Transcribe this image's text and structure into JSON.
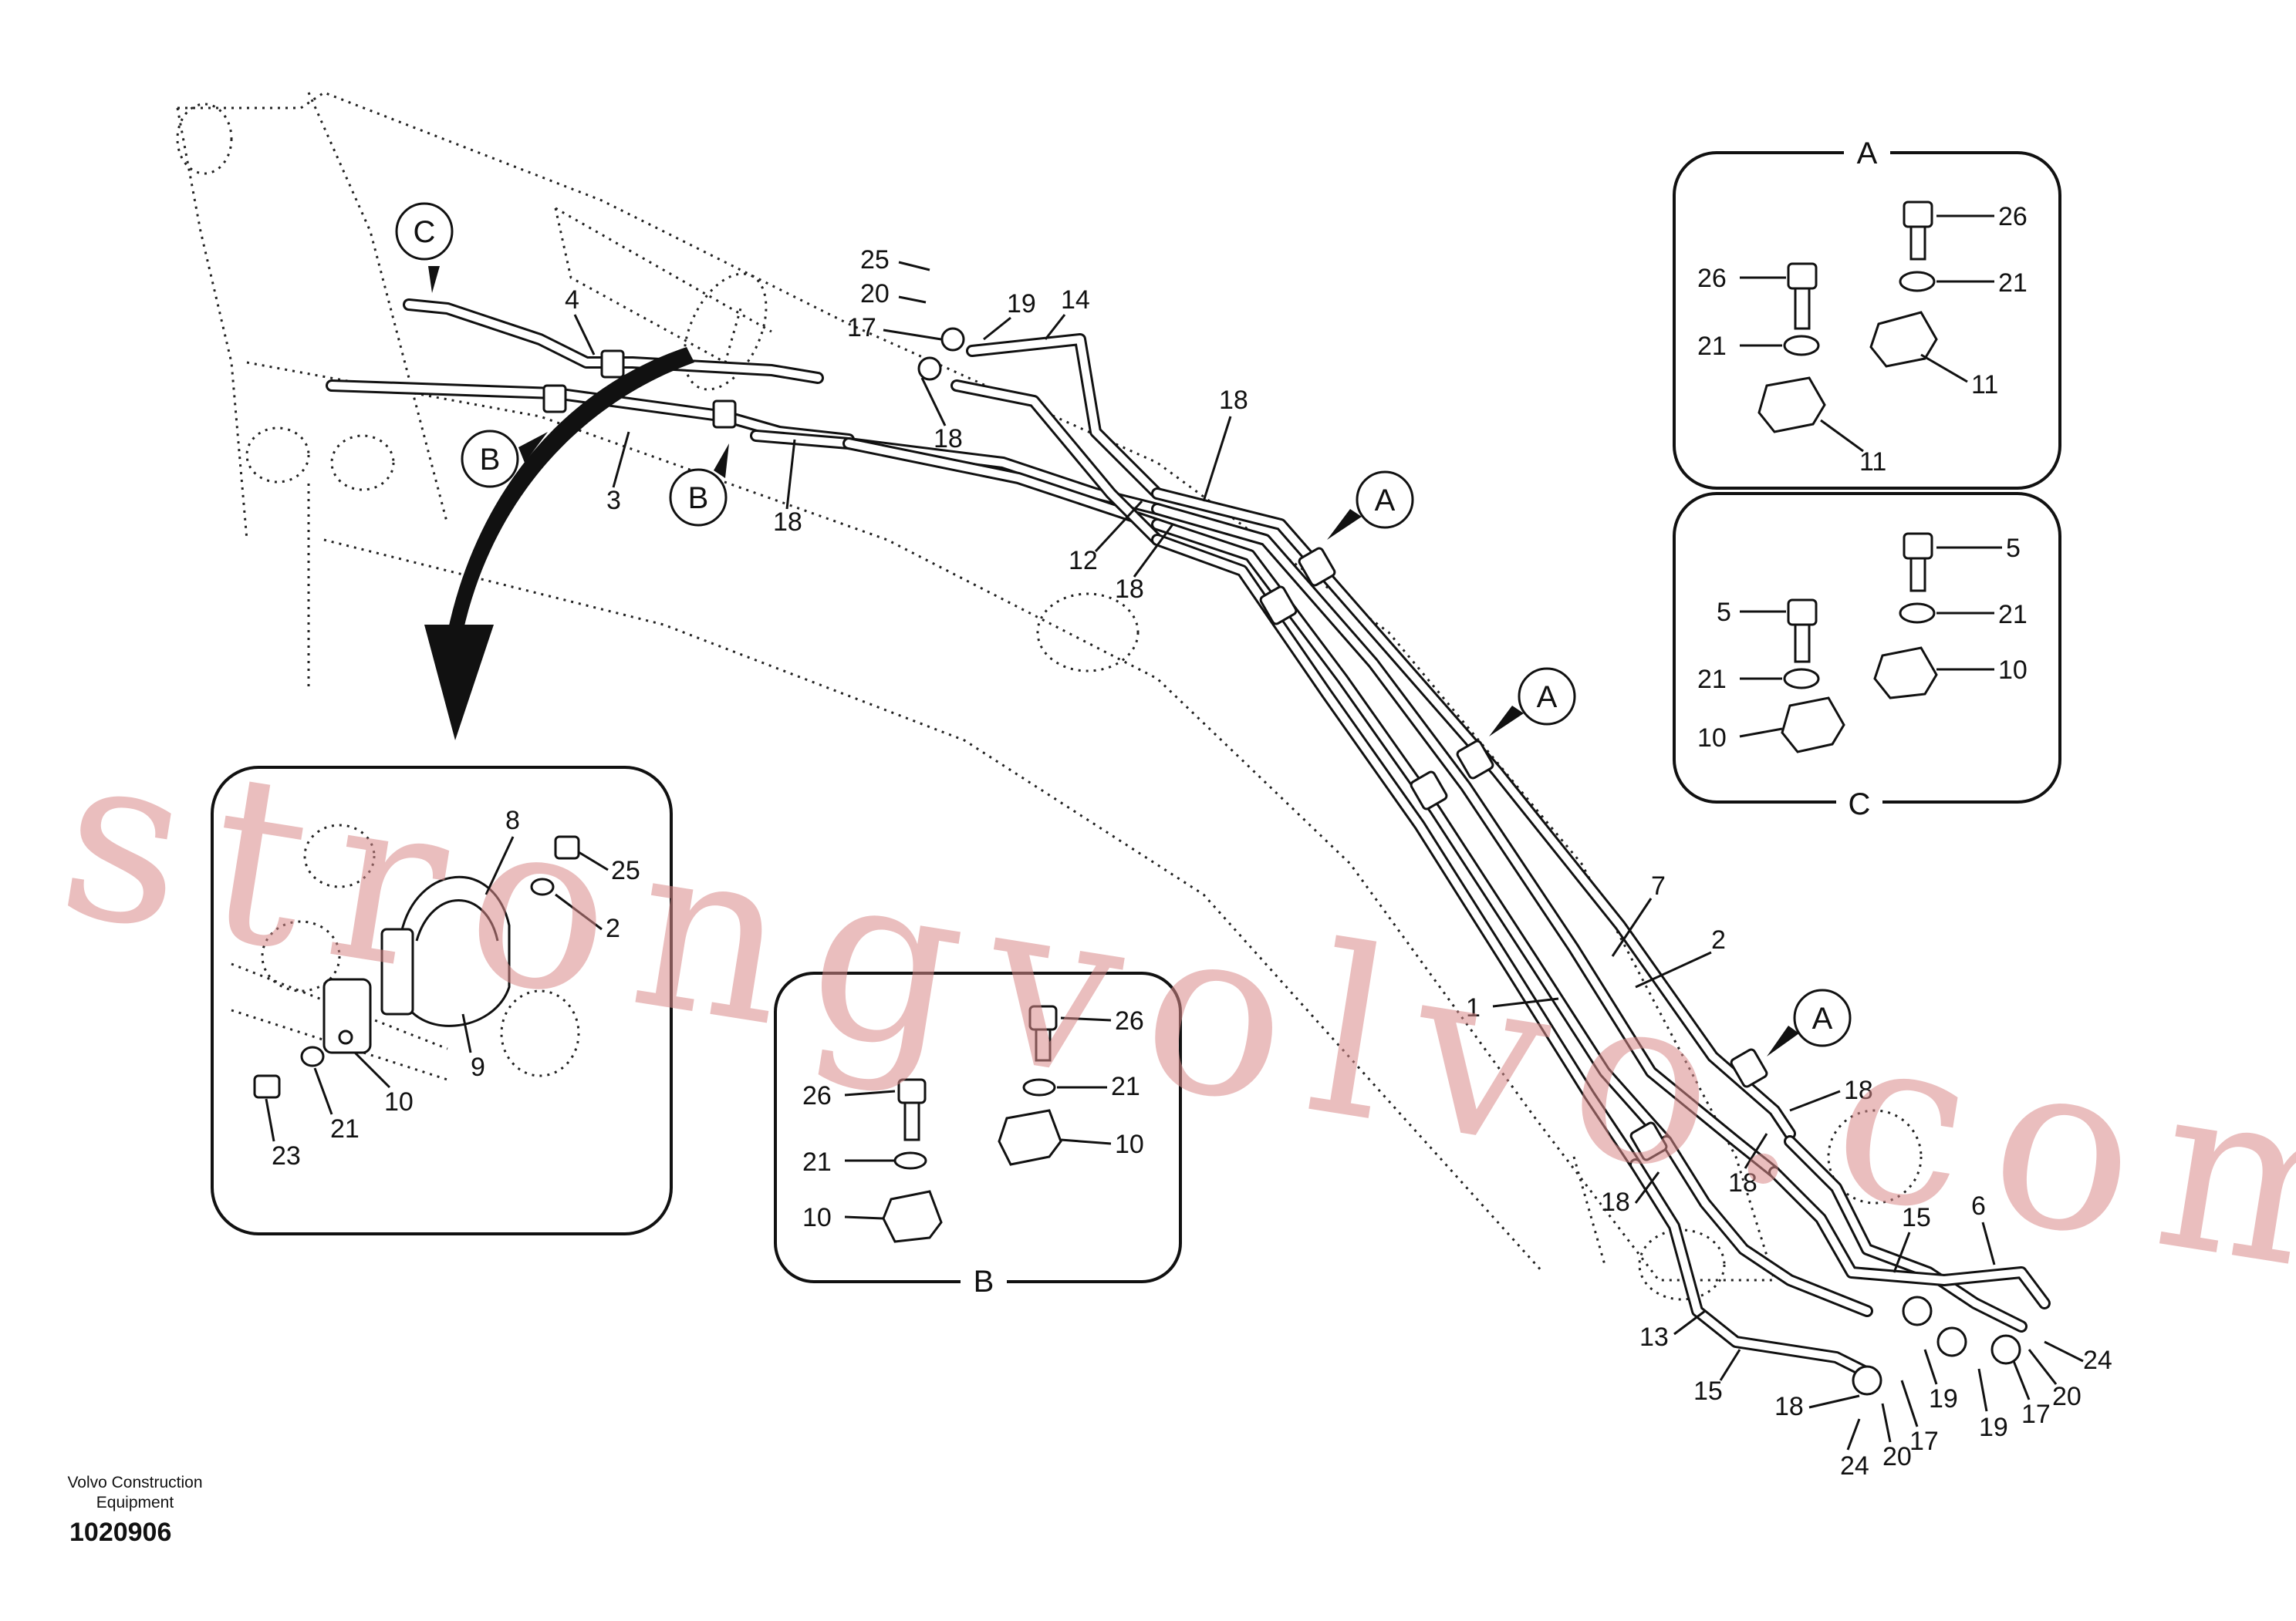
{
  "watermark": "strongvolvo.com",
  "footer": {
    "company_line1": "Volvo Construction",
    "company_line2": "Equipment",
    "drawing_number": "1020906"
  },
  "detail_titles": {
    "a": "A",
    "b": "B",
    "c": "C"
  },
  "callout_letters": {
    "a": "A",
    "b": "B",
    "c": "C"
  },
  "part_numbers": {
    "p1": "1",
    "p2": "2",
    "p3": "3",
    "p4": "4",
    "p5": "5",
    "p6": "6",
    "p7": "7",
    "p8": "8",
    "p9": "9",
    "p10": "10",
    "p11": "11",
    "p12": "12",
    "p13": "13",
    "p14": "14",
    "p15": "15",
    "p17": "17",
    "p18": "18",
    "p19": "19",
    "p20": "20",
    "p21": "21",
    "p23": "23",
    "p24": "24",
    "p25": "25",
    "p26": "26"
  }
}
